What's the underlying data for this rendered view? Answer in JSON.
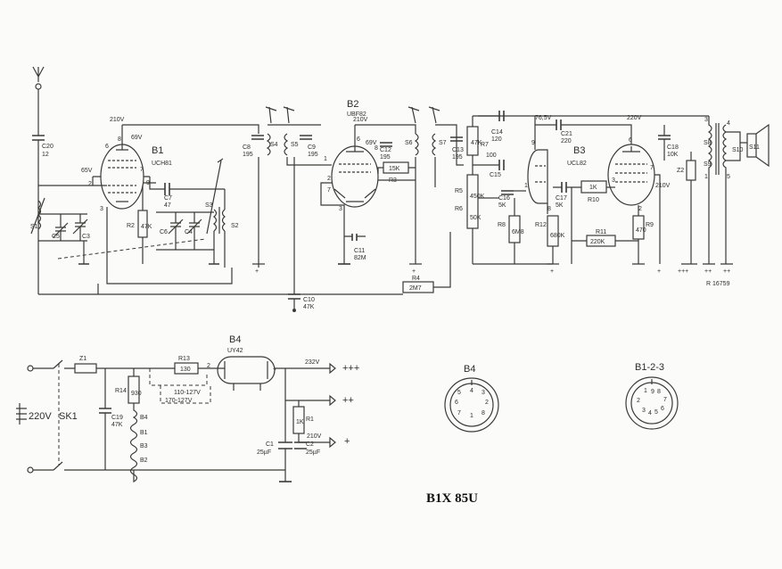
{
  "title": "B1X 85U",
  "drawing_number": "R 16759",
  "tubes": {
    "b1": {
      "id": "B1",
      "type": "UCH81"
    },
    "b2": {
      "id": "B2",
      "type": "UBF82"
    },
    "b3": {
      "id": "B3",
      "type": "UCL82"
    },
    "b4": {
      "id": "B4",
      "type": "UY42"
    }
  },
  "pinouts": {
    "b4": {
      "label": "B4",
      "pins": [
        "1",
        "2",
        "3",
        "4",
        "5",
        "6",
        "7",
        "8"
      ]
    },
    "b123": {
      "label": "B1-2-3",
      "pins": [
        "1",
        "2",
        "3",
        "4",
        "5",
        "6",
        "7",
        "8",
        "9"
      ]
    }
  },
  "voltages": {
    "v210a": "210V",
    "v69a": "69V",
    "v65": "65V",
    "v210b": "210V",
    "v69b": "69V",
    "v765": "76,5V",
    "v220": "220V",
    "v210c": "210V",
    "v232": "232V",
    "v210d": "210V",
    "v220mains": "220V",
    "v110127": "110-127V",
    "v170127": "170-127V"
  },
  "components": {
    "c20": "C20",
    "c20v": "12",
    "c5": "C5",
    "c3": "C3",
    "c7": "C7",
    "c7v": "47",
    "r2": "R2",
    "r2v": "47K",
    "c6": "C6",
    "c4": "C4",
    "c8": "C8",
    "c8v": "195",
    "c9": "C9",
    "c9v": "195",
    "c12": "C12",
    "c12v": "195",
    "c13": "C13",
    "c13v": "195",
    "r3": "R3",
    "r3v": "15K",
    "c11": "C11",
    "c11v": "82M",
    "c10": "C10",
    "c10v": "47K",
    "r4": "R4",
    "r4v": "2M7",
    "r7": "R7",
    "r7v": "47K",
    "c14": "C14",
    "c14v": "120",
    "c15": "C15",
    "c15v": "100",
    "c16": "C16",
    "c16v": "5K",
    "r5": "R5",
    "r5v": "450K",
    "r6": "R6",
    "r6v": "50K",
    "r8": "R8",
    "r8v": "6M8",
    "c21": "C21",
    "c21v": "220",
    "c17": "C17",
    "c17v": "5K",
    "r12": "R12",
    "r12v": "680K",
    "r10": "R10",
    "r10v": "1K",
    "r11": "R11",
    "r11v": "220K",
    "c18": "C18",
    "c18v": "10K",
    "r9": "R9",
    "r9v": "470",
    "z2": "Z2",
    "z1": "Z1",
    "r13": "R13",
    "r13v": "130",
    "r14": "R14",
    "r14v": "930",
    "c19": "C19",
    "c19v": "47K",
    "r1": "R1",
    "r1v": "1K",
    "c1": "C1",
    "c1v": "25µF",
    "c2": "C2",
    "c2v": "25µF",
    "sk1": "SK1"
  },
  "coils": {
    "s1": "S1",
    "s2": "S2",
    "s3": "S3",
    "s4": "S4",
    "s5": "S5",
    "s6": "S6",
    "s7": "S7",
    "s8": "S8",
    "s9": "S9",
    "s10": "S10",
    "s11": "S11"
  },
  "heaters": {
    "h1": "B4",
    "h2": "B1",
    "h3": "B3",
    "h4": "B2"
  },
  "supply_marks": {
    "p3": "+++",
    "p2": "++",
    "p1": "+"
  }
}
